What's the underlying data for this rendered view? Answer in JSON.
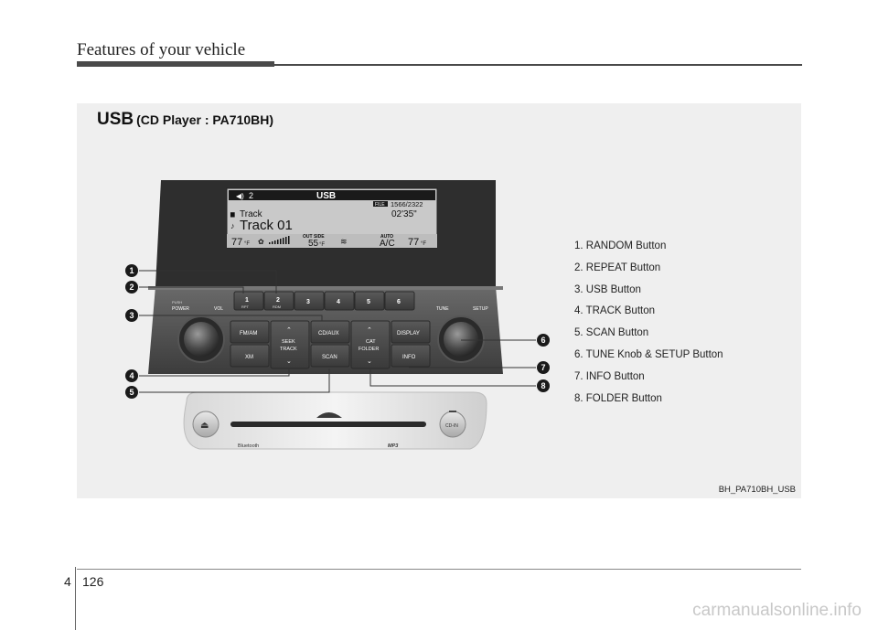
{
  "header": {
    "title": "Features of your vehicle"
  },
  "section": {
    "title_main": "USB",
    "title_sub": "(CD Player : PA710BH)"
  },
  "image_code": "BH_PA710BH_USB",
  "legend": [
    "1. RANDOM Button",
    "2. REPEAT Button",
    "3. USB Button",
    "4. TRACK Button",
    "5. SCAN Button",
    "6. TUNE Knob & SETUP Button",
    "7. INFO Button",
    "8. FOLDER Button"
  ],
  "callouts": [
    "1",
    "2",
    "3",
    "4",
    "5",
    "6",
    "7",
    "8"
  ],
  "display": {
    "volume_level": "2",
    "source": "USB",
    "file_badge": "FILE",
    "file_counter": "1566/2322",
    "folder_label": "Track",
    "elapsed_time": "02'35\"",
    "track_name": "Track 01",
    "temp_left": "77",
    "temp_unit": "°F",
    "outside_label": "OUT SIDE",
    "outside_temp": "55",
    "auto_label": "AUTO",
    "ac_label": "A/C",
    "temp_right": "77"
  },
  "unit": {
    "power_label_1": "PUSH",
    "power_label_2": "POWER",
    "vol_label": "VOL",
    "tune_label": "TUNE",
    "setup_label": "SETUP",
    "presets": [
      "1",
      "2",
      "3",
      "4",
      "5",
      "6"
    ],
    "preset_1_sub": "RPT",
    "preset_2_sub": "RDM",
    "fm_am": "FM/AM",
    "xm": "XM",
    "seek_1": "SEEK",
    "seek_2": "TRACK",
    "cd_aux": "CD/AUX",
    "scan": "SCAN",
    "cat_1": "CAT",
    "cat_2": "FOLDER",
    "display_btn": "DISPLAY",
    "info": "INFO",
    "bluetooth": "Bluetooth",
    "cd_in": "CD-IN",
    "mp3": "MP3"
  },
  "footer": {
    "chapter": "4",
    "page": "126"
  },
  "watermark": "carmanualsonline.info",
  "colors": {
    "callout_bg": "#1a1a1a",
    "panel_bg": "#efefef",
    "screen_bg": "#c9c9c9"
  }
}
